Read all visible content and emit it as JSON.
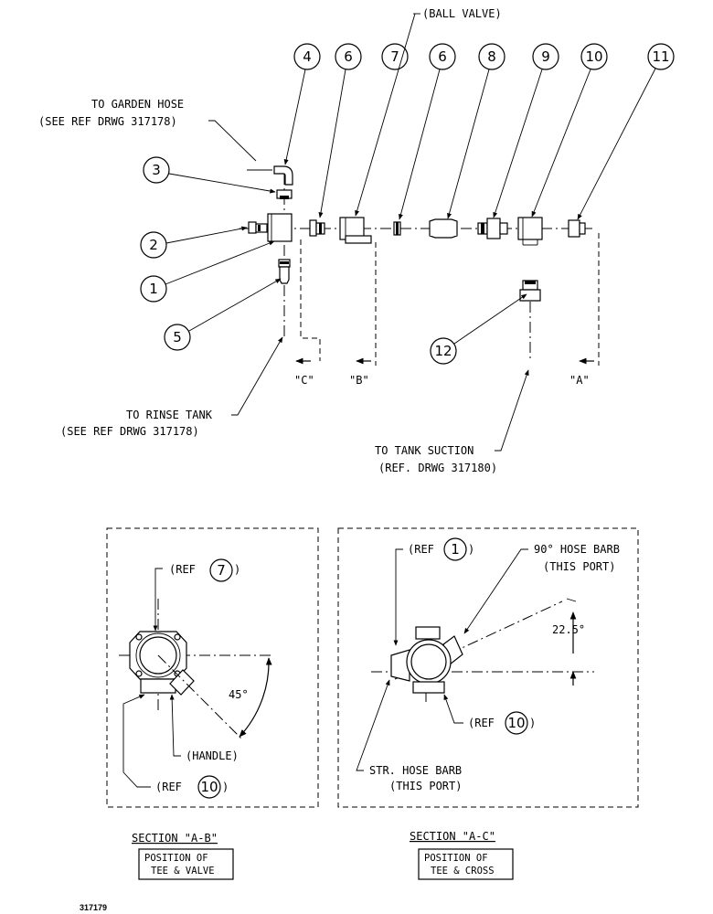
{
  "diagram": {
    "callouts": [
      "1",
      "2",
      "3",
      "4",
      "5",
      "6",
      "6",
      "7",
      "8",
      "9",
      "10",
      "11",
      "12"
    ],
    "ball_valve": "(BALL VALVE)",
    "garden_hose": "TO GARDEN HOSE",
    "garden_hose_ref": "(SEE REF DRWG 317178)",
    "rinse_tank": "TO RINSE TANK",
    "rinse_tank_ref": "(SEE REF DRWG 317178)",
    "tank_suction": "TO TANK SUCTION",
    "tank_suction_ref": "(REF. DRWG 317180)",
    "section_marks": [
      "\"C\"",
      "\"B\"",
      "\"A\""
    ]
  },
  "section_ab": {
    "ref_prefix": "(REF",
    "ref7": "7",
    "ref10": "10",
    "close": ")",
    "handle": "(HANDLE)",
    "angle": "45°",
    "title": "SECTION \"A-B\"",
    "box_line1": "POSITION OF",
    "box_line2": "TEE & VALVE"
  },
  "section_ac": {
    "ref_prefix": "(REF",
    "ref1": "1",
    "ref10": "10",
    "close": ")",
    "hose_barb_90": "90° HOSE BARB",
    "this_port_1": "(THIS PORT)",
    "angle": "22.5°",
    "str_hose_barb": "STR. HOSE BARB",
    "this_port_2": "(THIS PORT)",
    "title": "SECTION \"A-C\"",
    "box_line1": "POSITION OF",
    "box_line2": "TEE & CROSS"
  },
  "drawing_number": "317179"
}
